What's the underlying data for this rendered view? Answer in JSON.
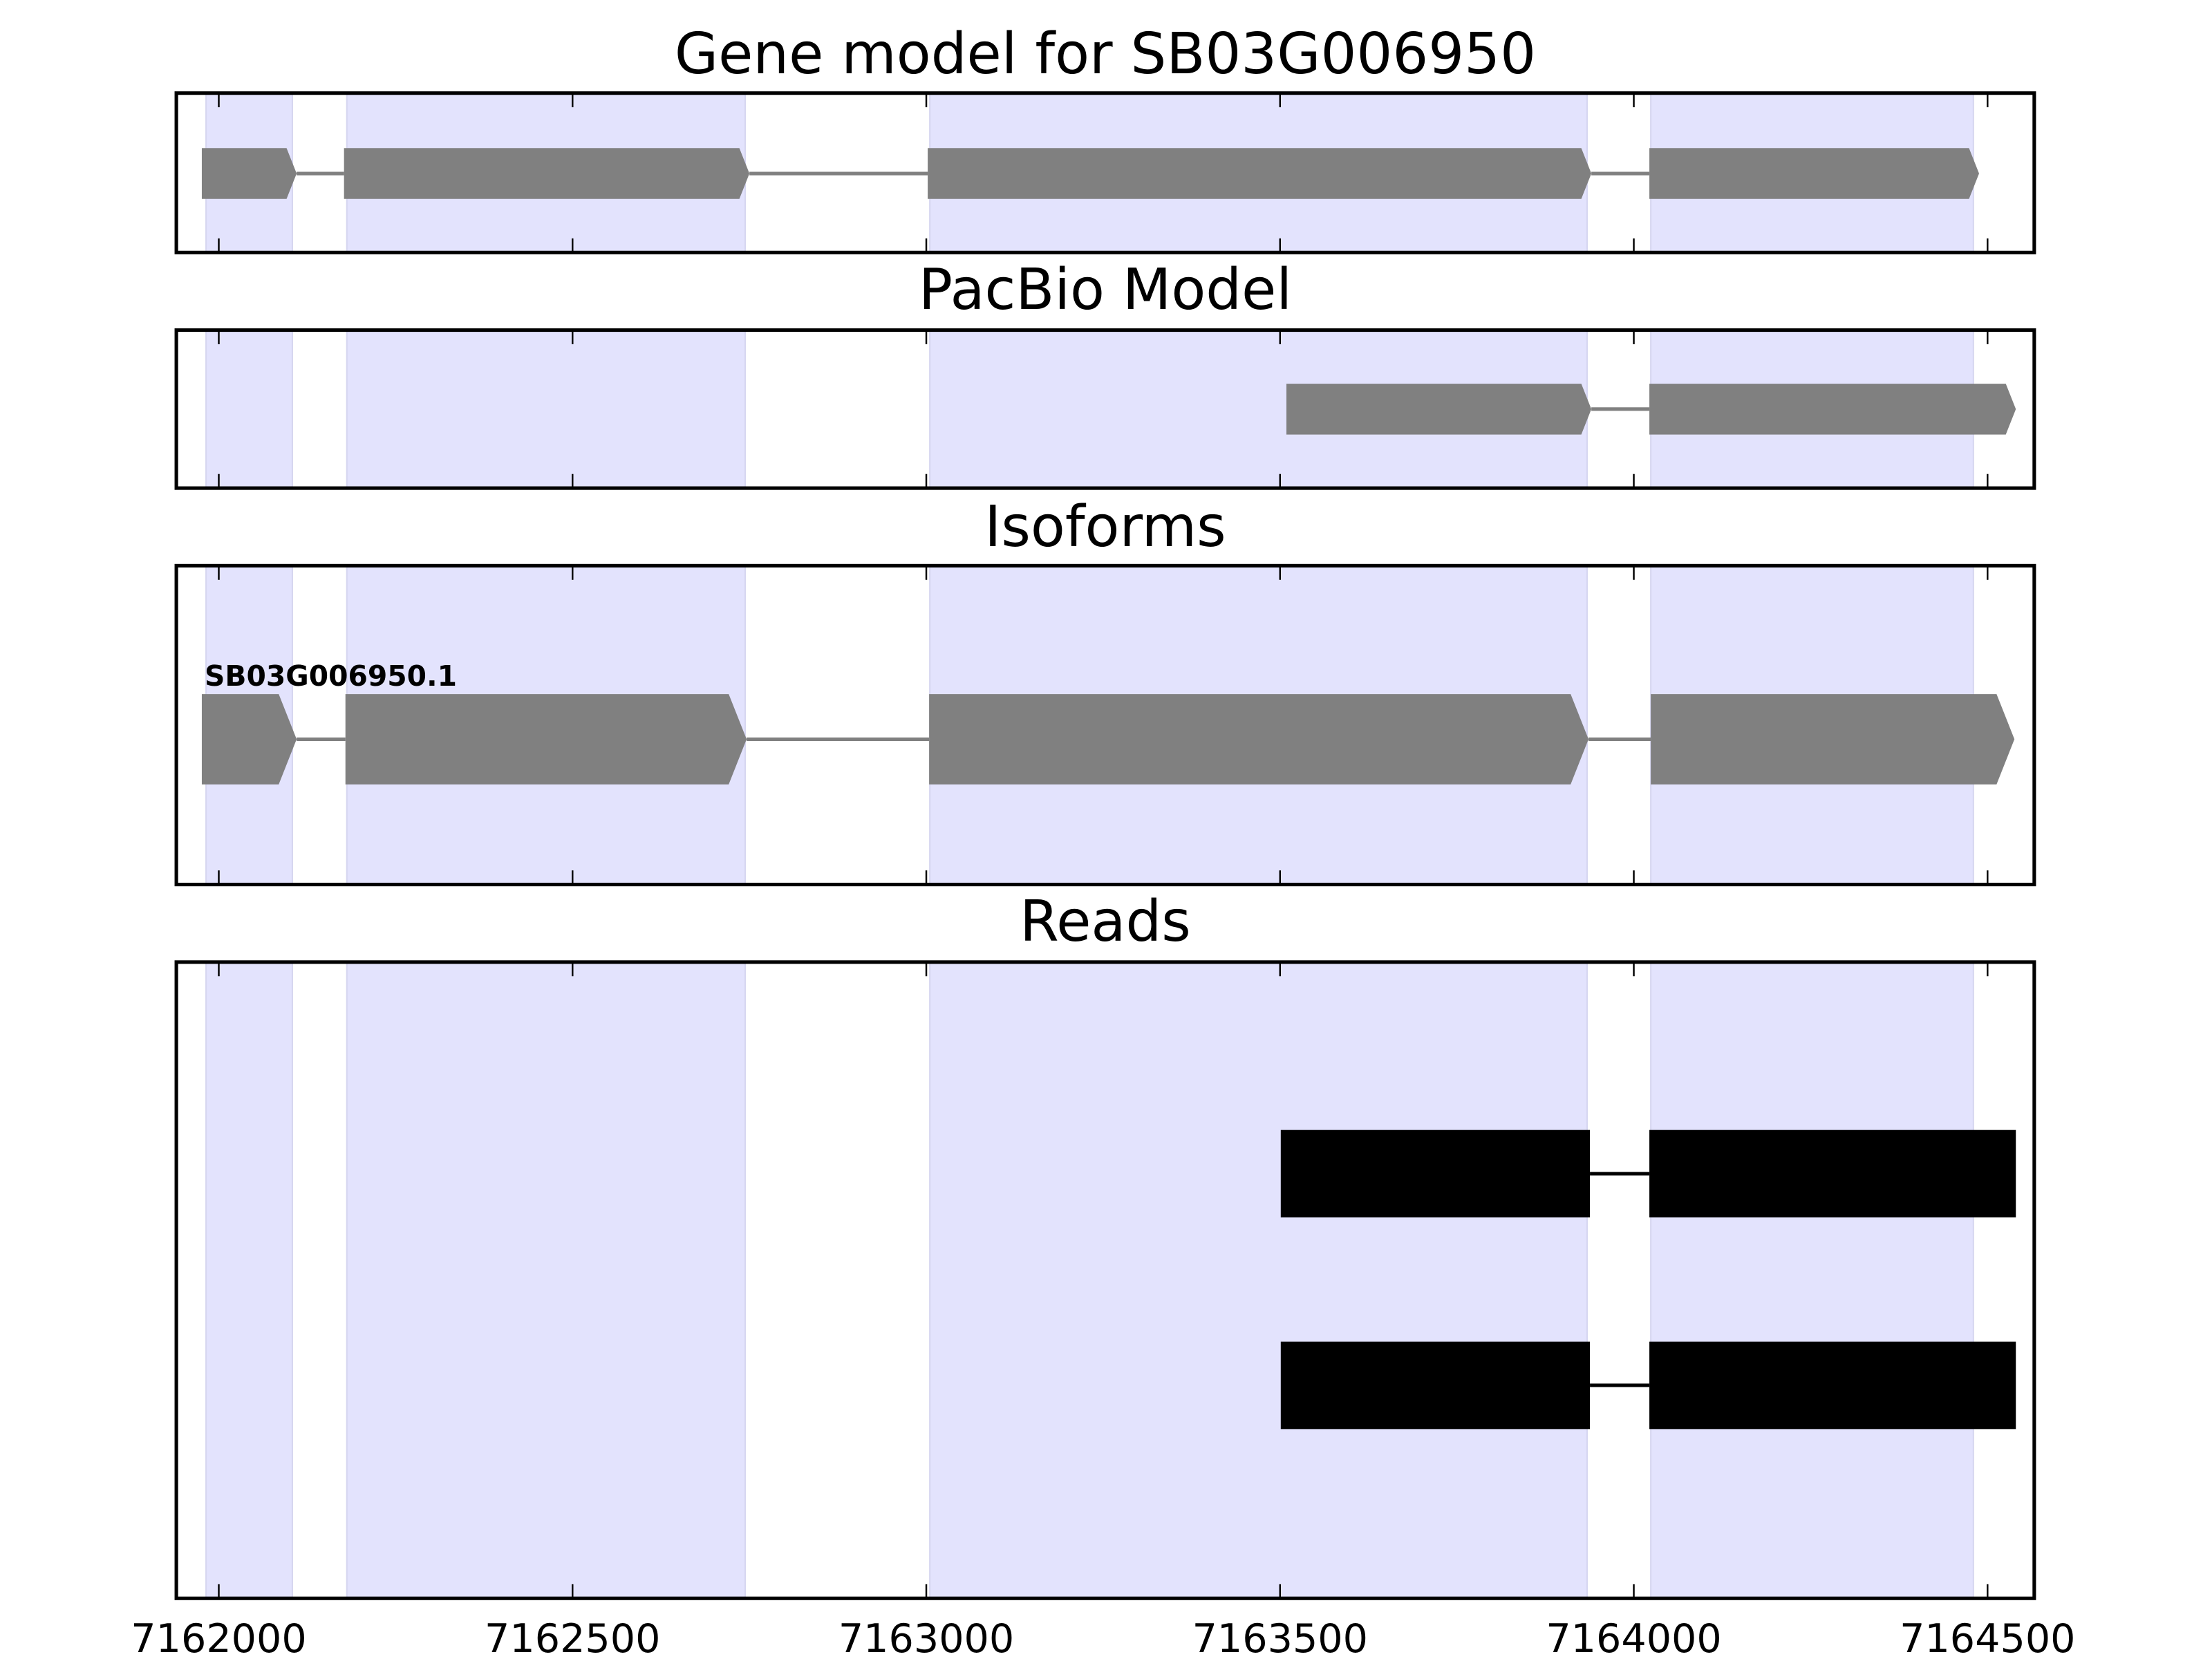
{
  "chart_data": {
    "type": "gene-track",
    "xlim": [
      7161940,
      7164566
    ],
    "xticks": [
      7162000,
      7162500,
      7163000,
      7163500,
      7164000,
      7164500
    ],
    "xtick_labels": [
      "7162000",
      "7162500",
      "7163000",
      "7163500",
      "7164000",
      "7164500"
    ],
    "highlight_color": "#e3e3fd",
    "feature_color": "#808080",
    "read_color": "#000000",
    "highlight_regions": [
      [
        7161982,
        7162104
      ],
      [
        7162181,
        7162744
      ],
      [
        7163005,
        7163934
      ],
      [
        7164024,
        7164480
      ]
    ],
    "panels": [
      {
        "title": "Gene model for SB03G006950",
        "strand": "+",
        "models": [
          {
            "label": "",
            "exons": [
              [
                7161976,
                7162110
              ],
              [
                7162177,
                7162750
              ],
              [
                7163002,
                7163940
              ],
              [
                7164022,
                7164488
              ]
            ]
          }
        ]
      },
      {
        "title": "PacBio Model",
        "strand": "+",
        "models": [
          {
            "label": "",
            "exons": [
              [
                7163509,
                7163940
              ],
              [
                7164022,
                7164540
              ]
            ]
          }
        ]
      },
      {
        "title": "Isoforms",
        "strand": "+",
        "models": [
          {
            "label": "SB03G006950.1",
            "exons": [
              [
                7161976,
                7162110
              ],
              [
                7162179,
                7162746
              ],
              [
                7163004,
                7163936
              ],
              [
                7164024,
                7164538
              ]
            ]
          }
        ]
      },
      {
        "title": "Reads",
        "reads": [
          {
            "exons": [
              [
                7163501,
                7163938
              ],
              [
                7164022,
                7164540
              ]
            ]
          },
          {
            "exons": [
              [
                7163501,
                7163938
              ],
              [
                7164022,
                7164540
              ]
            ]
          }
        ]
      }
    ]
  }
}
